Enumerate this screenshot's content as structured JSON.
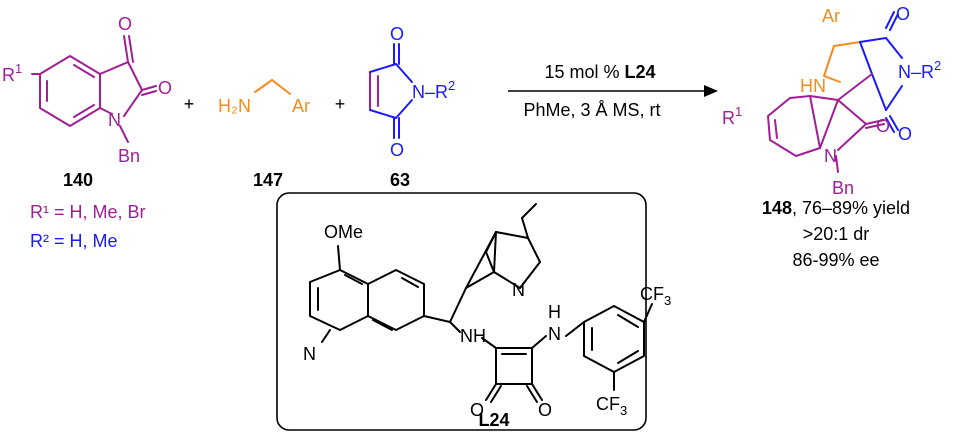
{
  "colors": {
    "isatin": "#a01e96",
    "amine": "#f28c1e",
    "maleimide": "#1a1aff",
    "text": "#000000"
  },
  "compounds": {
    "isatin": {
      "label": "140",
      "substituent_line": "R¹ = H, Me, Br",
      "atoms": {
        "r": "R",
        "r_sup": "1",
        "n": "N",
        "bn": "Bn",
        "o1": "O",
        "o2": "O"
      }
    },
    "amine": {
      "label": "147",
      "atoms": {
        "h2n": "H₂N",
        "ar": "Ar"
      }
    },
    "maleimide": {
      "label": "63",
      "substituent_line": "R² = H, Me",
      "atoms": {
        "n": "N",
        "r2": "–R",
        "r2_sup": "2",
        "o1": "O",
        "o2": "O"
      }
    },
    "product": {
      "label": "148",
      "yield_text": ", 76–89% yield",
      "dr_text": ">20:1 dr",
      "ee_text": "86-99% ee",
      "atoms": {
        "ar": "Ar",
        "hn": "HN",
        "o1": "O",
        "o2": "O",
        "o3": "O",
        "n_imide": "N",
        "r2": "–R",
        "r2_sup": "2",
        "r1": "R",
        "r1_sup": "1",
        "n_oxindole": "N",
        "bn": "Bn"
      }
    }
  },
  "plus_signs": [
    "+",
    "+"
  ],
  "conditions": {
    "catalyst_prefix": "15 mol % ",
    "catalyst_name": "L24",
    "solvent_line": "PhMe, 3 Å MS, rt"
  },
  "catalyst_box": {
    "label": "L24",
    "atoms": {
      "ome": "OMe",
      "n_quinoline": "N",
      "n_quinuclidine": "N",
      "nh1": "NH",
      "nh2_h": "H",
      "nh2_n": "N",
      "cf3_top": "CF",
      "cf3_bottom": "CF",
      "cf3_sub": "3",
      "o_left": "O",
      "o_right": "O"
    }
  }
}
